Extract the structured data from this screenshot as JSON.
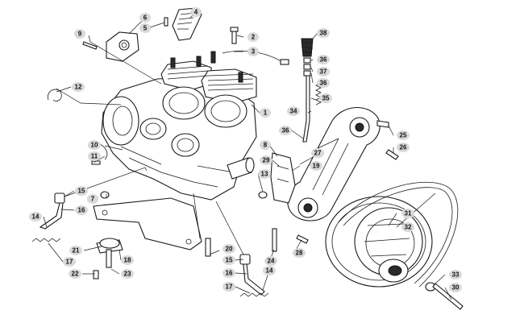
{
  "callouts": [
    {
      "id": "c1",
      "label": "1"
    },
    {
      "id": "c2",
      "label": "2"
    },
    {
      "id": "c3",
      "label": "3"
    },
    {
      "id": "c4",
      "label": "4"
    },
    {
      "id": "c5",
      "label": "5"
    },
    {
      "id": "c6",
      "label": "6"
    },
    {
      "id": "c7",
      "label": "7"
    },
    {
      "id": "c8",
      "label": "8"
    },
    {
      "id": "c9",
      "label": "9"
    },
    {
      "id": "c10",
      "label": "10"
    },
    {
      "id": "c11",
      "label": "11"
    },
    {
      "id": "c12",
      "label": "12"
    },
    {
      "id": "c13",
      "label": "13"
    },
    {
      "id": "c14a",
      "label": "14"
    },
    {
      "id": "c14b",
      "label": "14"
    },
    {
      "id": "c15a",
      "label": "15"
    },
    {
      "id": "c15b",
      "label": "15"
    },
    {
      "id": "c16a",
      "label": "16"
    },
    {
      "id": "c16b",
      "label": "16"
    },
    {
      "id": "c17a",
      "label": "17"
    },
    {
      "id": "c17b",
      "label": "17"
    },
    {
      "id": "c18",
      "label": "18"
    },
    {
      "id": "c19",
      "label": "19"
    },
    {
      "id": "c20",
      "label": "20"
    },
    {
      "id": "c21",
      "label": "21"
    },
    {
      "id": "c22",
      "label": "22"
    },
    {
      "id": "c23",
      "label": "23"
    },
    {
      "id": "c24",
      "label": "24"
    },
    {
      "id": "c25",
      "label": "25"
    },
    {
      "id": "c26",
      "label": "26"
    },
    {
      "id": "c27",
      "label": "27"
    },
    {
      "id": "c28",
      "label": "28"
    },
    {
      "id": "c29",
      "label": "29"
    },
    {
      "id": "c30",
      "label": "30"
    },
    {
      "id": "c31",
      "label": "31"
    },
    {
      "id": "c32",
      "label": "32"
    },
    {
      "id": "c33",
      "label": "33"
    },
    {
      "id": "c34",
      "label": "34"
    },
    {
      "id": "c35",
      "label": "35"
    },
    {
      "id": "c36a",
      "label": "36"
    },
    {
      "id": "c36b",
      "label": "36"
    },
    {
      "id": "c36c",
      "label": "36"
    },
    {
      "id": "c37",
      "label": "37"
    },
    {
      "id": "c38",
      "label": "38"
    }
  ]
}
